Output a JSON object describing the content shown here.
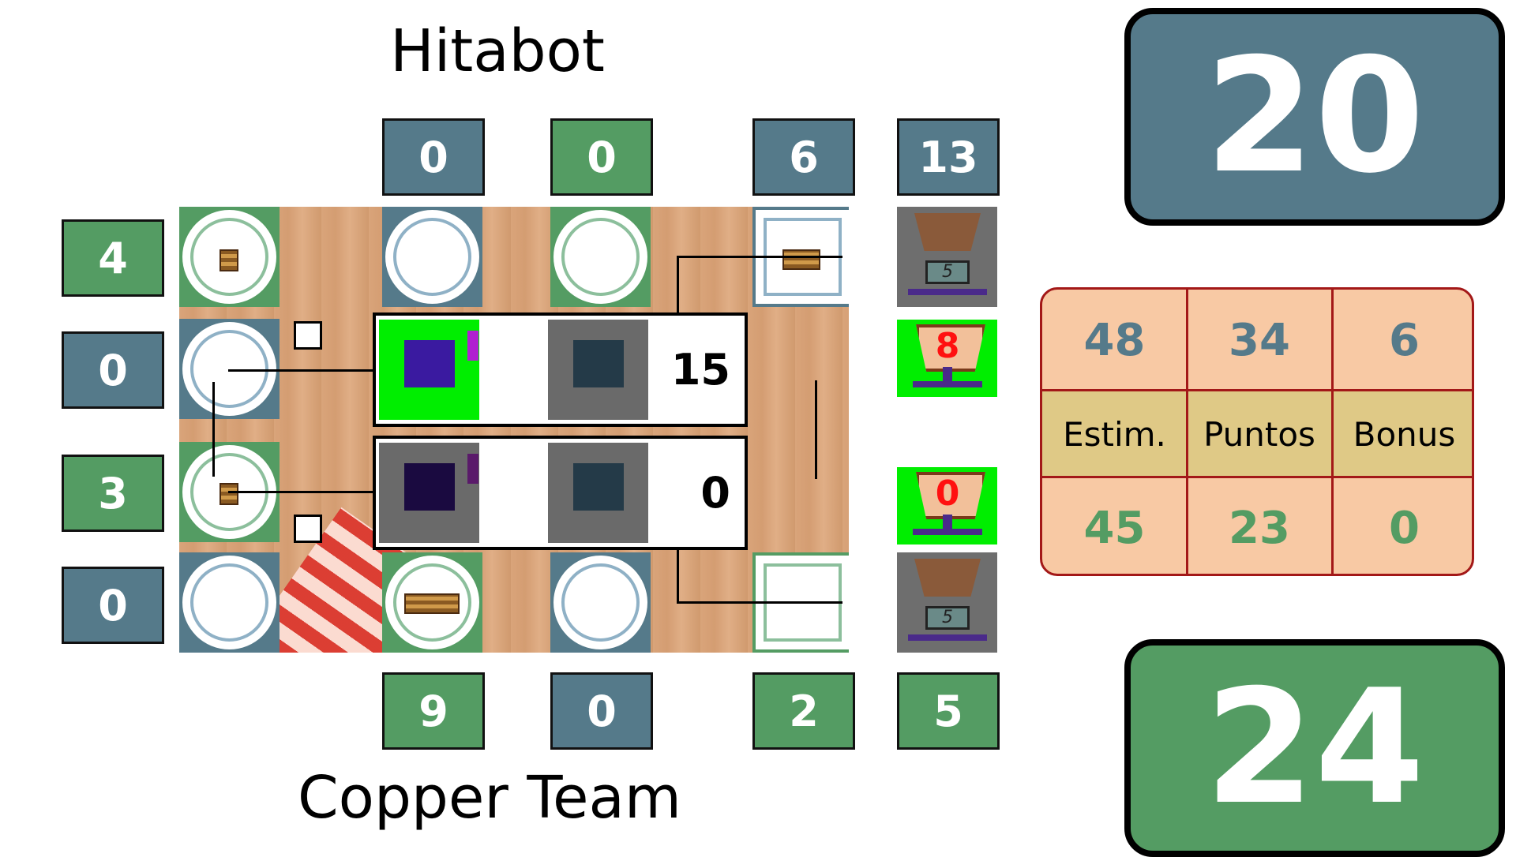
{
  "teams": {
    "top_name": "Hitabot",
    "bottom_name": "Copper Team",
    "top_total": "20",
    "bottom_total": "24"
  },
  "top_boxes": [
    "0",
    "0",
    "6",
    "13"
  ],
  "bottom_boxes": [
    "9",
    "0",
    "2",
    "5"
  ],
  "left_boxes": [
    "4",
    "0",
    "3",
    "0"
  ],
  "scales": {
    "top_reading": "5",
    "bottom_reading": "5",
    "top_mini": "8",
    "bottom_mini": "0"
  },
  "robots": {
    "top_score": "15",
    "bottom_score": "0"
  },
  "stats": {
    "top_values": [
      "48",
      "34",
      "6"
    ],
    "labels": [
      "Estim.",
      "Puntos",
      "Bonus"
    ],
    "bottom_values": [
      "45",
      "23",
      "0"
    ]
  },
  "colors": {
    "team_top": "#557a8a",
    "team_bottom": "#549c63",
    "stats_bg": "#f8c9a4",
    "stats_border": "#a31818",
    "stats_label_bg": "#dfc986"
  }
}
